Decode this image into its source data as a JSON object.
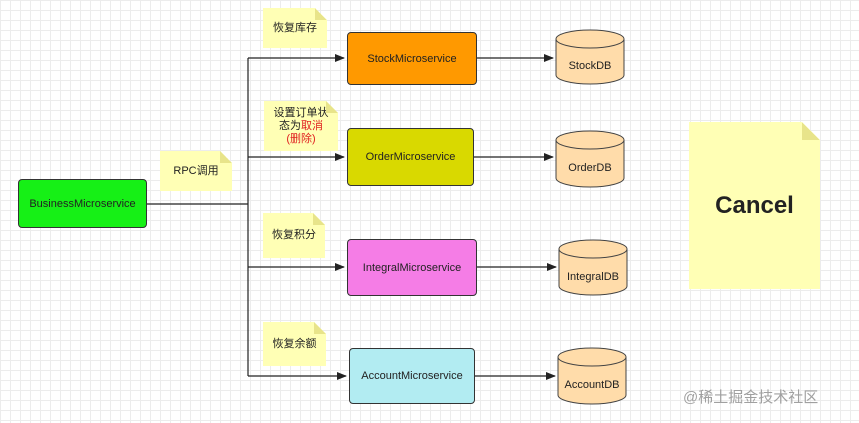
{
  "nodes": {
    "business": {
      "label": "BusinessMicroservice",
      "color": "#16f016"
    },
    "stock": {
      "label": "StockMicroservice",
      "color": "#ff9900"
    },
    "order": {
      "label": "OrderMicroservice",
      "color": "#d9d900"
    },
    "integral": {
      "label": "IntegralMicroservice",
      "color": "#f57de6"
    },
    "account": {
      "label": "AccountMicroservice",
      "color": "#b2ecf2"
    }
  },
  "databases": {
    "stock": "StockDB",
    "order": "OrderDB",
    "integral": "IntegralDB",
    "account": "AccountDB",
    "fill_color": "#ffdcaa"
  },
  "notes": {
    "rpc": "RPC调用",
    "stock": "恢复库存",
    "order_line1": "设置订单状",
    "order_line2_prefix": "态为",
    "order_line2_highlight": "取消",
    "order_line3": "(删除)",
    "integral": "恢复积分",
    "account": "恢复余额",
    "highlight_color": "#e02020"
  },
  "cancel_note": "Cancel",
  "watermark": "@稀土掘金技术社区"
}
